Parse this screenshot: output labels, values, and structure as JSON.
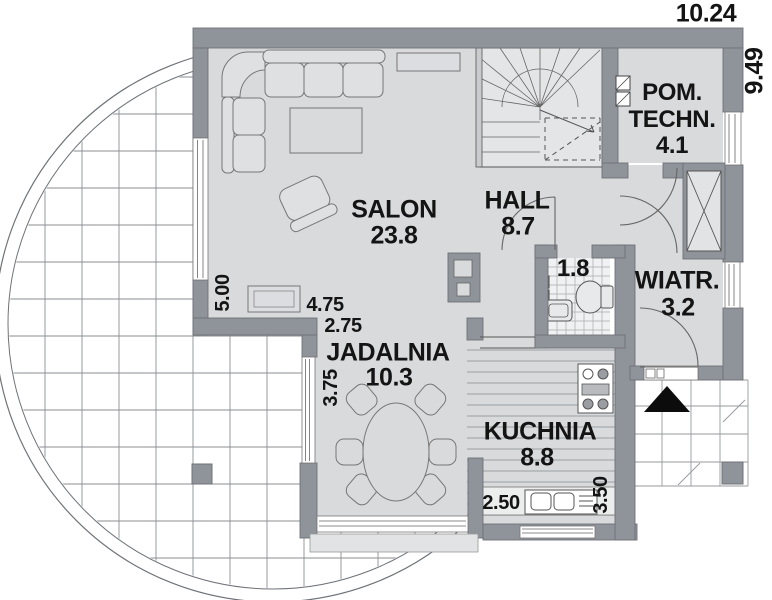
{
  "plan_type": "floor-plan",
  "dimensions": {
    "total_width": "10.24",
    "total_height": "9.49",
    "salon_depth": "5.00",
    "salon_width": "4.75",
    "jadalnia_width": "2.75",
    "jadalnia_depth": "3.75",
    "kuchnia_width": "2.50",
    "kuchnia_depth": "3.50"
  },
  "rooms": {
    "salon": {
      "name": "SALON",
      "area": "23.8"
    },
    "hall": {
      "name": "HALL",
      "area": "8.7"
    },
    "jadalnia": {
      "name": "JADALNIA",
      "area": "10.3"
    },
    "kuchnia": {
      "name": "KUCHNIA",
      "area": "8.8"
    },
    "pom_techn": {
      "name_line1": "POM.",
      "name_line2": "TECHN.",
      "area": "4.1"
    },
    "wiatrolap": {
      "name": "WIATR.",
      "area": "3.2"
    },
    "wc": {
      "area": "1.8"
    }
  },
  "colors": {
    "wall": "#8f939a",
    "floor": "#d9dadc",
    "stair_floor": "#e4e5e7",
    "text": "#141414"
  }
}
